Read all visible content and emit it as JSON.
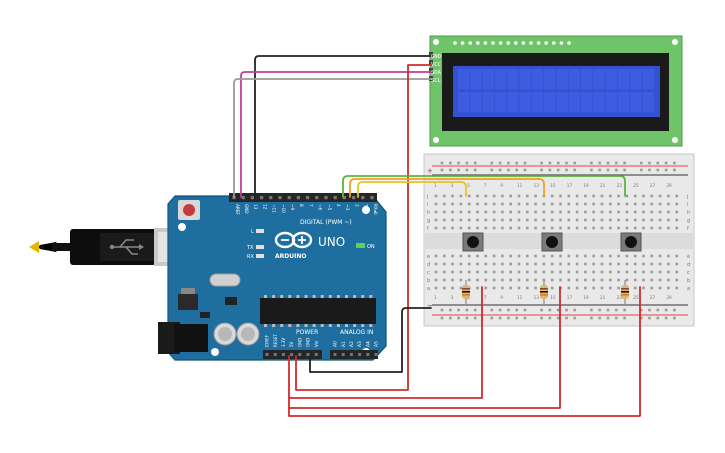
{
  "board": {
    "brand": "ARDUINO",
    "model": "UNO",
    "on_label": "ON",
    "tx_label": "TX",
    "rx_label": "RX",
    "l_label": "L",
    "digital_label": "DIGITAL (PWM ~)",
    "power_label": "POWER",
    "analog_label": "ANALOG IN",
    "top_pins": [
      "AREF",
      "GND",
      "13",
      "12",
      "~11",
      "~10",
      "~9",
      "8",
      "7",
      "~6",
      "~5",
      "4",
      "~3",
      "2",
      "TX▸1",
      "RX◂0"
    ],
    "power_pins": [
      "IOREF",
      "RESET",
      "3.3V",
      "5V",
      "GND",
      "GND",
      "Vin"
    ],
    "analog_pins": [
      "A0",
      "A1",
      "A2",
      "A3",
      "A4",
      "A5"
    ]
  },
  "lcd": {
    "pins": [
      "GND",
      "VCC",
      "SDA",
      "SCL"
    ]
  },
  "breadboard": {
    "row_letters_top": [
      "j",
      "i",
      "h",
      "g",
      "f"
    ],
    "row_letters_bottom": [
      "e",
      "d",
      "c",
      "b",
      "a"
    ],
    "column_numbers": [
      "1",
      "3",
      "5",
      "7",
      "9",
      "11",
      "13",
      "15",
      "17",
      "19",
      "21",
      "23",
      "25",
      "27",
      "29"
    ],
    "plus_label": "+",
    "minus_label": "−"
  },
  "colors": {
    "board": "#1e6fa0",
    "lcd_pcb": "#6fc46a",
    "lcd_screen": "#3451d1",
    "breadboard": "#e9e9e9",
    "wire_red": "#d22b2b",
    "wire_black": "#222222",
    "wire_magenta": "#c23ca0",
    "wire_gray": "#9a9a9a",
    "wire_yellow": "#e6c51d",
    "wire_orange": "#f0a020",
    "wire_green": "#5cb53c"
  }
}
